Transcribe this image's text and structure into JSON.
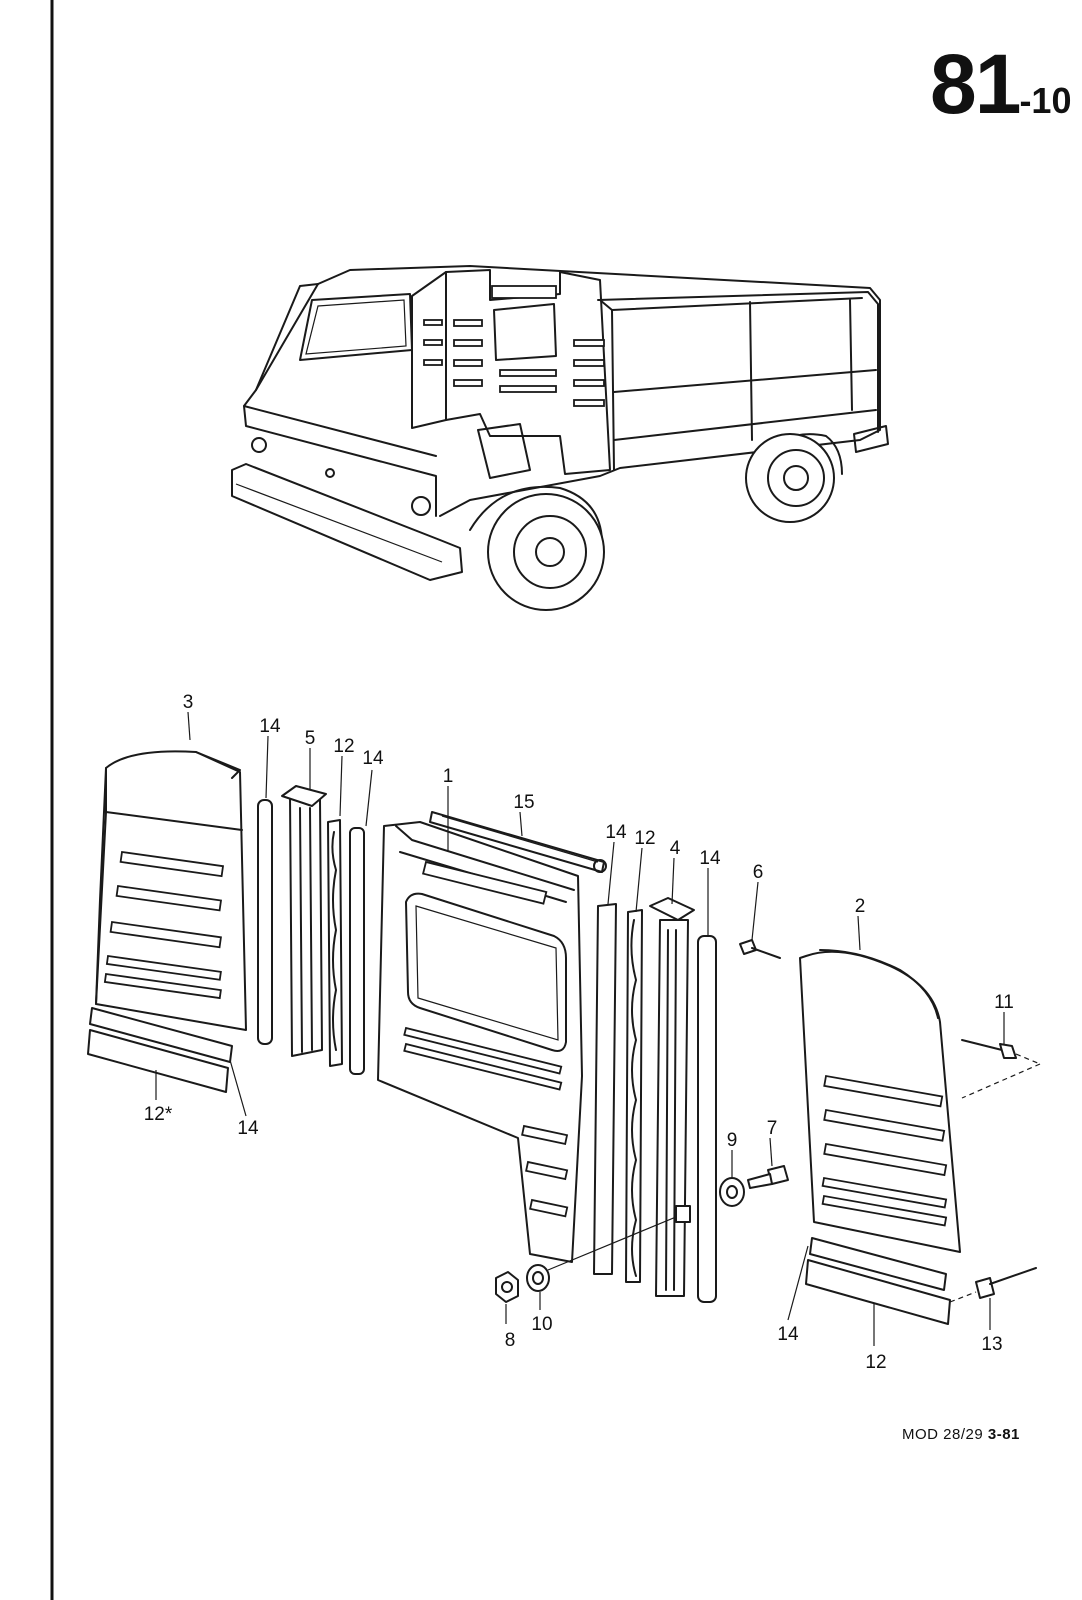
{
  "page": {
    "section_number": "81",
    "section_suffix": "-10",
    "footer_model": "MOD 28/29",
    "footer_date": "3-81"
  },
  "callouts": [
    {
      "id": "c3",
      "text": "3"
    },
    {
      "id": "c14a",
      "text": "14"
    },
    {
      "id": "c5",
      "text": "5"
    },
    {
      "id": "c12a",
      "text": "12"
    },
    {
      "id": "c14b",
      "text": "14"
    },
    {
      "id": "c1",
      "text": "1"
    },
    {
      "id": "c15",
      "text": "15"
    },
    {
      "id": "c14c",
      "text": "14"
    },
    {
      "id": "c12b",
      "text": "12"
    },
    {
      "id": "c4",
      "text": "4"
    },
    {
      "id": "c14d",
      "text": "14"
    },
    {
      "id": "c6",
      "text": "6"
    },
    {
      "id": "c2",
      "text": "2"
    },
    {
      "id": "c11",
      "text": "11"
    },
    {
      "id": "c9",
      "text": "9"
    },
    {
      "id": "c7",
      "text": "7"
    },
    {
      "id": "c12s",
      "text": "12*"
    },
    {
      "id": "c14e",
      "text": "14"
    },
    {
      "id": "c8",
      "text": "8"
    },
    {
      "id": "c10",
      "text": "10"
    },
    {
      "id": "c14f",
      "text": "14"
    },
    {
      "id": "c12c",
      "text": "12"
    },
    {
      "id": "c13",
      "text": "13"
    }
  ],
  "colors": {
    "ink": "#1a1a1a",
    "paper": "#ffffff"
  }
}
